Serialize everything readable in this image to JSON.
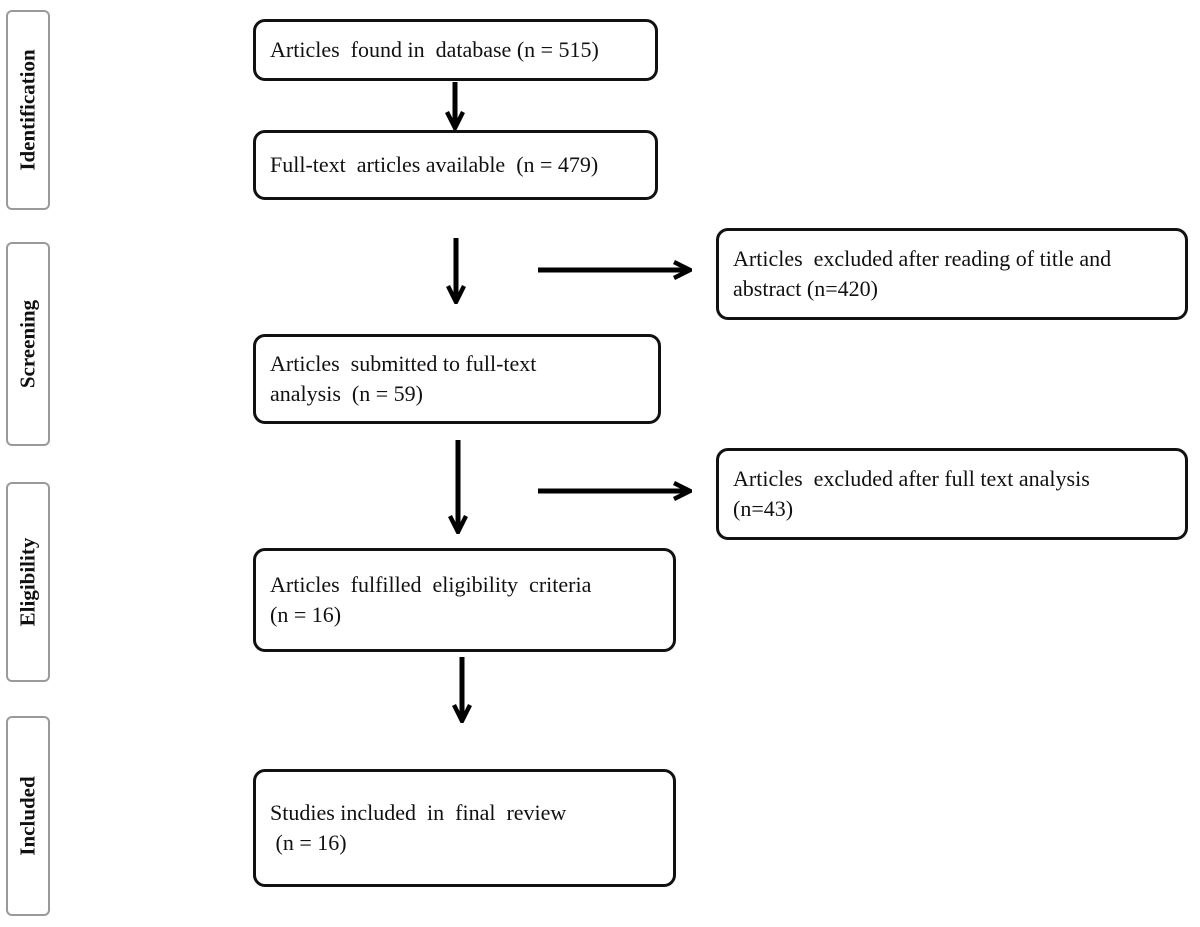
{
  "phases": [
    {
      "label": "Identification"
    },
    {
      "label": "Screening"
    },
    {
      "label": "Eligibility"
    },
    {
      "label": "Included"
    }
  ],
  "boxes": {
    "found": {
      "line1": "Articles  found in  database (n = 515)"
    },
    "fulltext_available": {
      "line1": "Full-text  articles available  (n = 479)"
    },
    "excluded_title": {
      "line1": "Articles  excluded after reading of title and",
      "line2": "abstract (n=420)"
    },
    "submitted": {
      "line1": "Articles  submitted to full-text",
      "line2": "analysis  (n = 59)"
    },
    "excluded_fulltext": {
      "line1": "Articles  excluded after full text analysis",
      "line2": "(n=43)"
    },
    "eligible": {
      "line1": "Articles  fulfilled  eligibility  criteria",
      "line2": "(n = 16)"
    },
    "included": {
      "line1": "Studies included  in  final  review",
      "line2": " (n = 16)"
    }
  }
}
